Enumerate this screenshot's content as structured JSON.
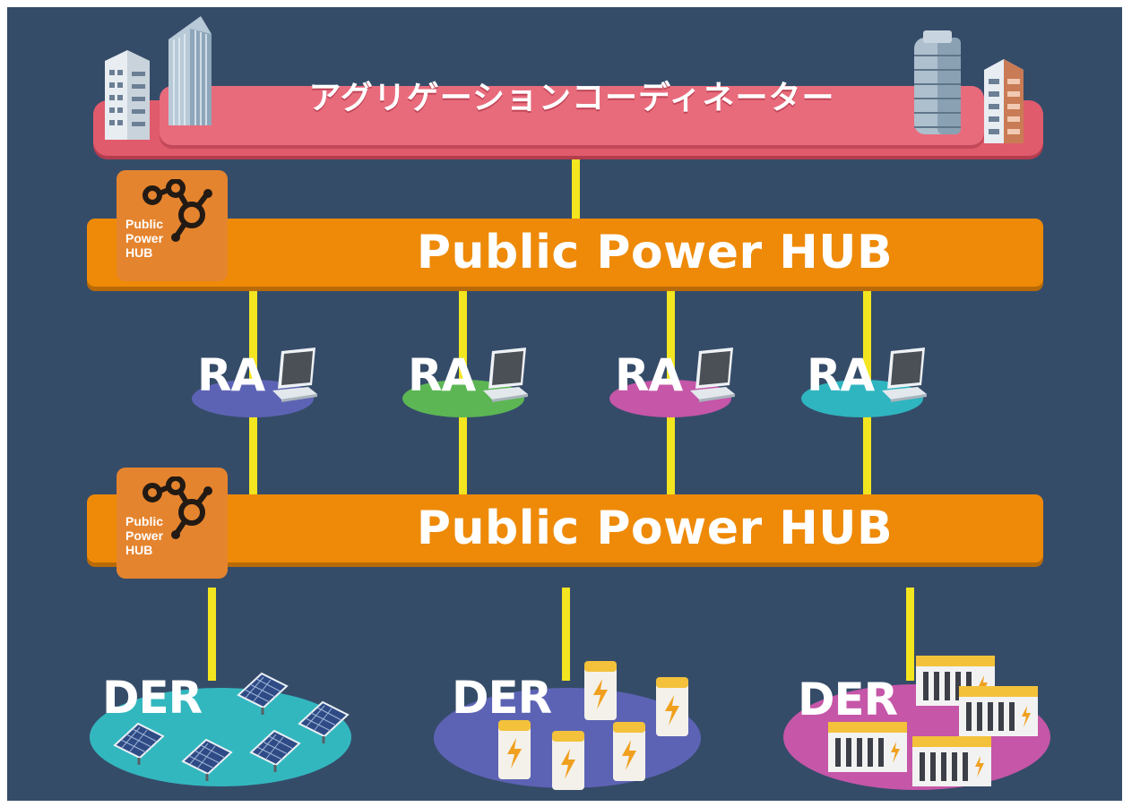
{
  "coordinator": {
    "title": "アグリゲーションコーディネーター"
  },
  "hub_top": {
    "title": "Public Power HUB",
    "logo_lines": [
      "Public",
      "Power",
      "HUB"
    ]
  },
  "hub_bottom": {
    "title": "Public Power HUB",
    "logo_lines": [
      "Public",
      "Power",
      "HUB"
    ]
  },
  "ra_nodes": [
    {
      "label": "RA",
      "color": "#5d63b4"
    },
    {
      "label": "RA",
      "color": "#5cb654"
    },
    {
      "label": "RA",
      "color": "#c556a8"
    },
    {
      "label": "RA",
      "color": "#2fb5c0"
    }
  ],
  "der_nodes": [
    {
      "label": "DER",
      "color": "#33b7bf",
      "icon": "solar-panel-icon"
    },
    {
      "label": "DER",
      "color": "#5d63b4",
      "icon": "battery-icon"
    },
    {
      "label": "DER",
      "color": "#c556a8",
      "icon": "battery-rack-icon"
    }
  ],
  "colors": {
    "background": "#354c69",
    "hub": "#ee8a08",
    "coordinator": "#e05b6c",
    "connector": "#f3e51f"
  }
}
